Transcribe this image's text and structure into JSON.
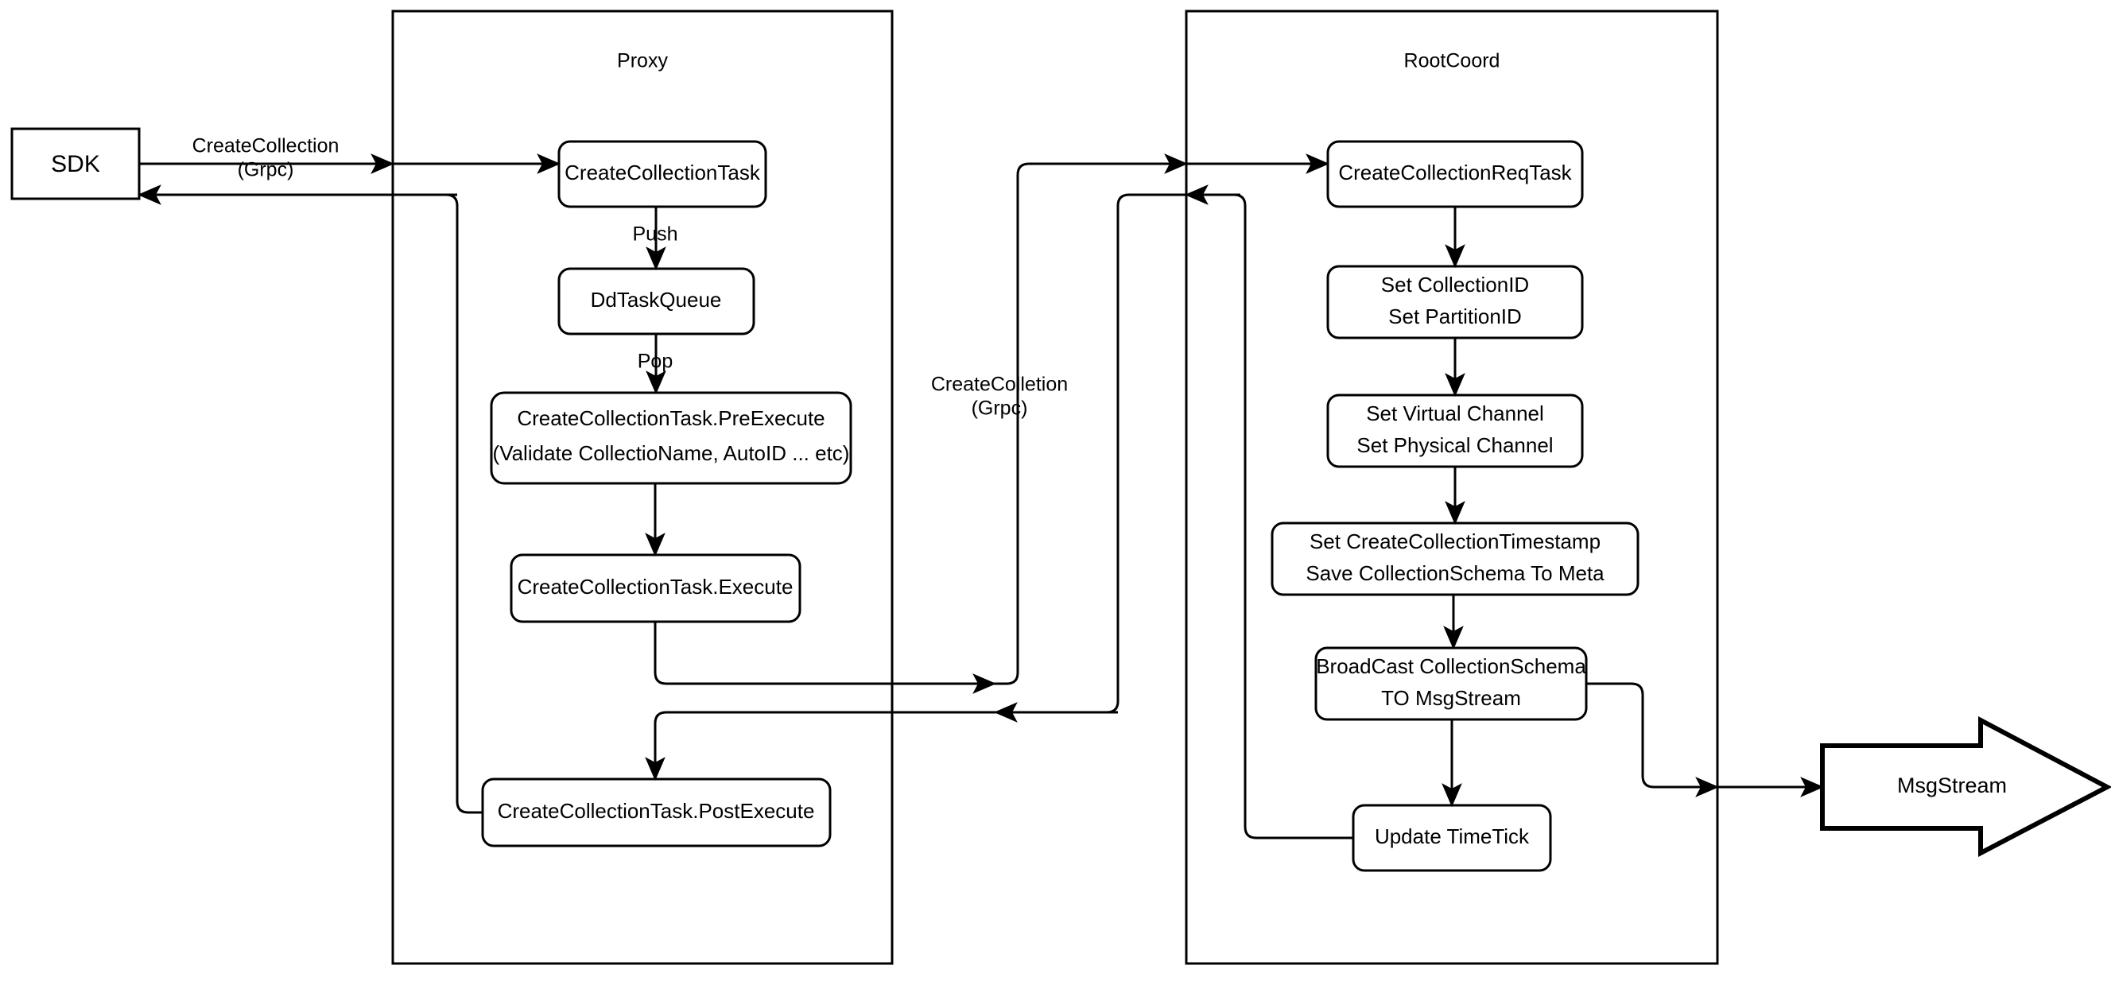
{
  "diagram": {
    "title": "Milvus CreateCollection flow",
    "background_color": "#ffffff",
    "stroke_color": "#000000",
    "fill_color": "#ffffff"
  },
  "containers": [
    {
      "id": "proxy",
      "label": "Proxy"
    },
    {
      "id": "rootcoord",
      "label": "RootCoord"
    }
  ],
  "external_nodes": [
    {
      "id": "sdk",
      "label": "SDK",
      "shape": "rectangle"
    },
    {
      "id": "msgstream",
      "label": "MsgStream",
      "shape": "block-arrow"
    }
  ],
  "proxy_nodes": [
    {
      "id": "create-collection-task",
      "label": "CreateCollectionTask",
      "shape": "rounded-rect"
    },
    {
      "id": "dd-task-queue",
      "label": "DdTaskQueue",
      "shape": "rounded-rect"
    },
    {
      "id": "pre-execute",
      "line1": "CreateCollectionTask.PreExecute",
      "line2": "(Validate CollectioName, AutoID ... etc)",
      "shape": "rounded-rect"
    },
    {
      "id": "execute",
      "label": "CreateCollectionTask.Execute",
      "shape": "rounded-rect"
    },
    {
      "id": "post-execute",
      "label": "CreateCollectionTask.PostExecute",
      "shape": "rounded-rect"
    }
  ],
  "rootcoord_nodes": [
    {
      "id": "create-collection-req-task",
      "label": "CreateCollectionReqTask",
      "shape": "rounded-rect"
    },
    {
      "id": "set-ids",
      "line1": "Set CollectionID",
      "line2": "Set PartitionID",
      "shape": "rounded-rect"
    },
    {
      "id": "set-channels",
      "line1": "Set Virtual Channel",
      "line2": "Set Physical Channel",
      "shape": "rounded-rect"
    },
    {
      "id": "save-meta",
      "line1": "Set CreateCollectionTimestamp",
      "line2": "Save CollectionSchema To Meta",
      "shape": "rounded-rect"
    },
    {
      "id": "broadcast",
      "line1": "BroadCast CollectionSchema",
      "line2": "TO MsgStream",
      "shape": "rounded-rect"
    },
    {
      "id": "update-timetick",
      "label": "Update TimeTick",
      "shape": "rounded-rect"
    }
  ],
  "edge_labels": [
    {
      "id": "sdk-to-proxy",
      "line1": "CreateCollection",
      "line2": "(Grpc)"
    },
    {
      "id": "task-push",
      "label": "Push"
    },
    {
      "id": "queue-pop",
      "label": "Pop"
    },
    {
      "id": "proxy-to-rootcoord",
      "line1": "CreateColletion",
      "line2": "(Grpc)"
    }
  ]
}
